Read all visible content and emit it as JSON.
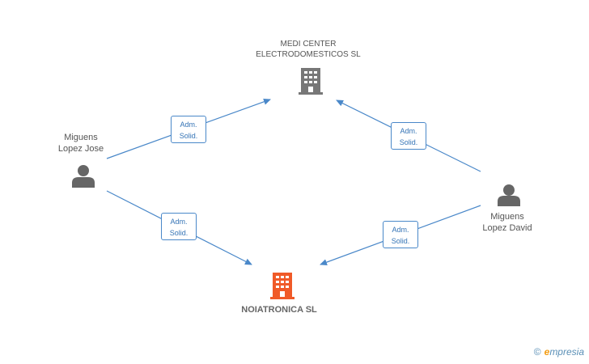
{
  "nodes": {
    "medi_center": {
      "line1": "MEDI CENTER",
      "line2": "ELECTRODOMESTICOS SL",
      "color": "#777777"
    },
    "noiatronica": {
      "name": "NOIATRONICA SL",
      "color": "#f05a28"
    },
    "jose": {
      "line1": "Miguens",
      "line2": "Lopez Jose",
      "color": "#666666"
    },
    "david": {
      "line1": "Miguens",
      "line2": "Lopez David",
      "color": "#666666"
    }
  },
  "edges": [
    {
      "from": "jose",
      "to": "medi_center",
      "label1": "Adm.",
      "label2": "Solid."
    },
    {
      "from": "jose",
      "to": "noiatronica",
      "label1": "Adm.",
      "label2": "Solid."
    },
    {
      "from": "david",
      "to": "medi_center",
      "label1": "Adm.",
      "label2": "Solid."
    },
    {
      "from": "david",
      "to": "noiatronica",
      "label1": "Adm.",
      "label2": "Solid."
    }
  ],
  "edge_color": "#4a88c9",
  "watermark": {
    "copyright": "©",
    "brand_initial": "e",
    "brand_rest": "mpresia"
  }
}
